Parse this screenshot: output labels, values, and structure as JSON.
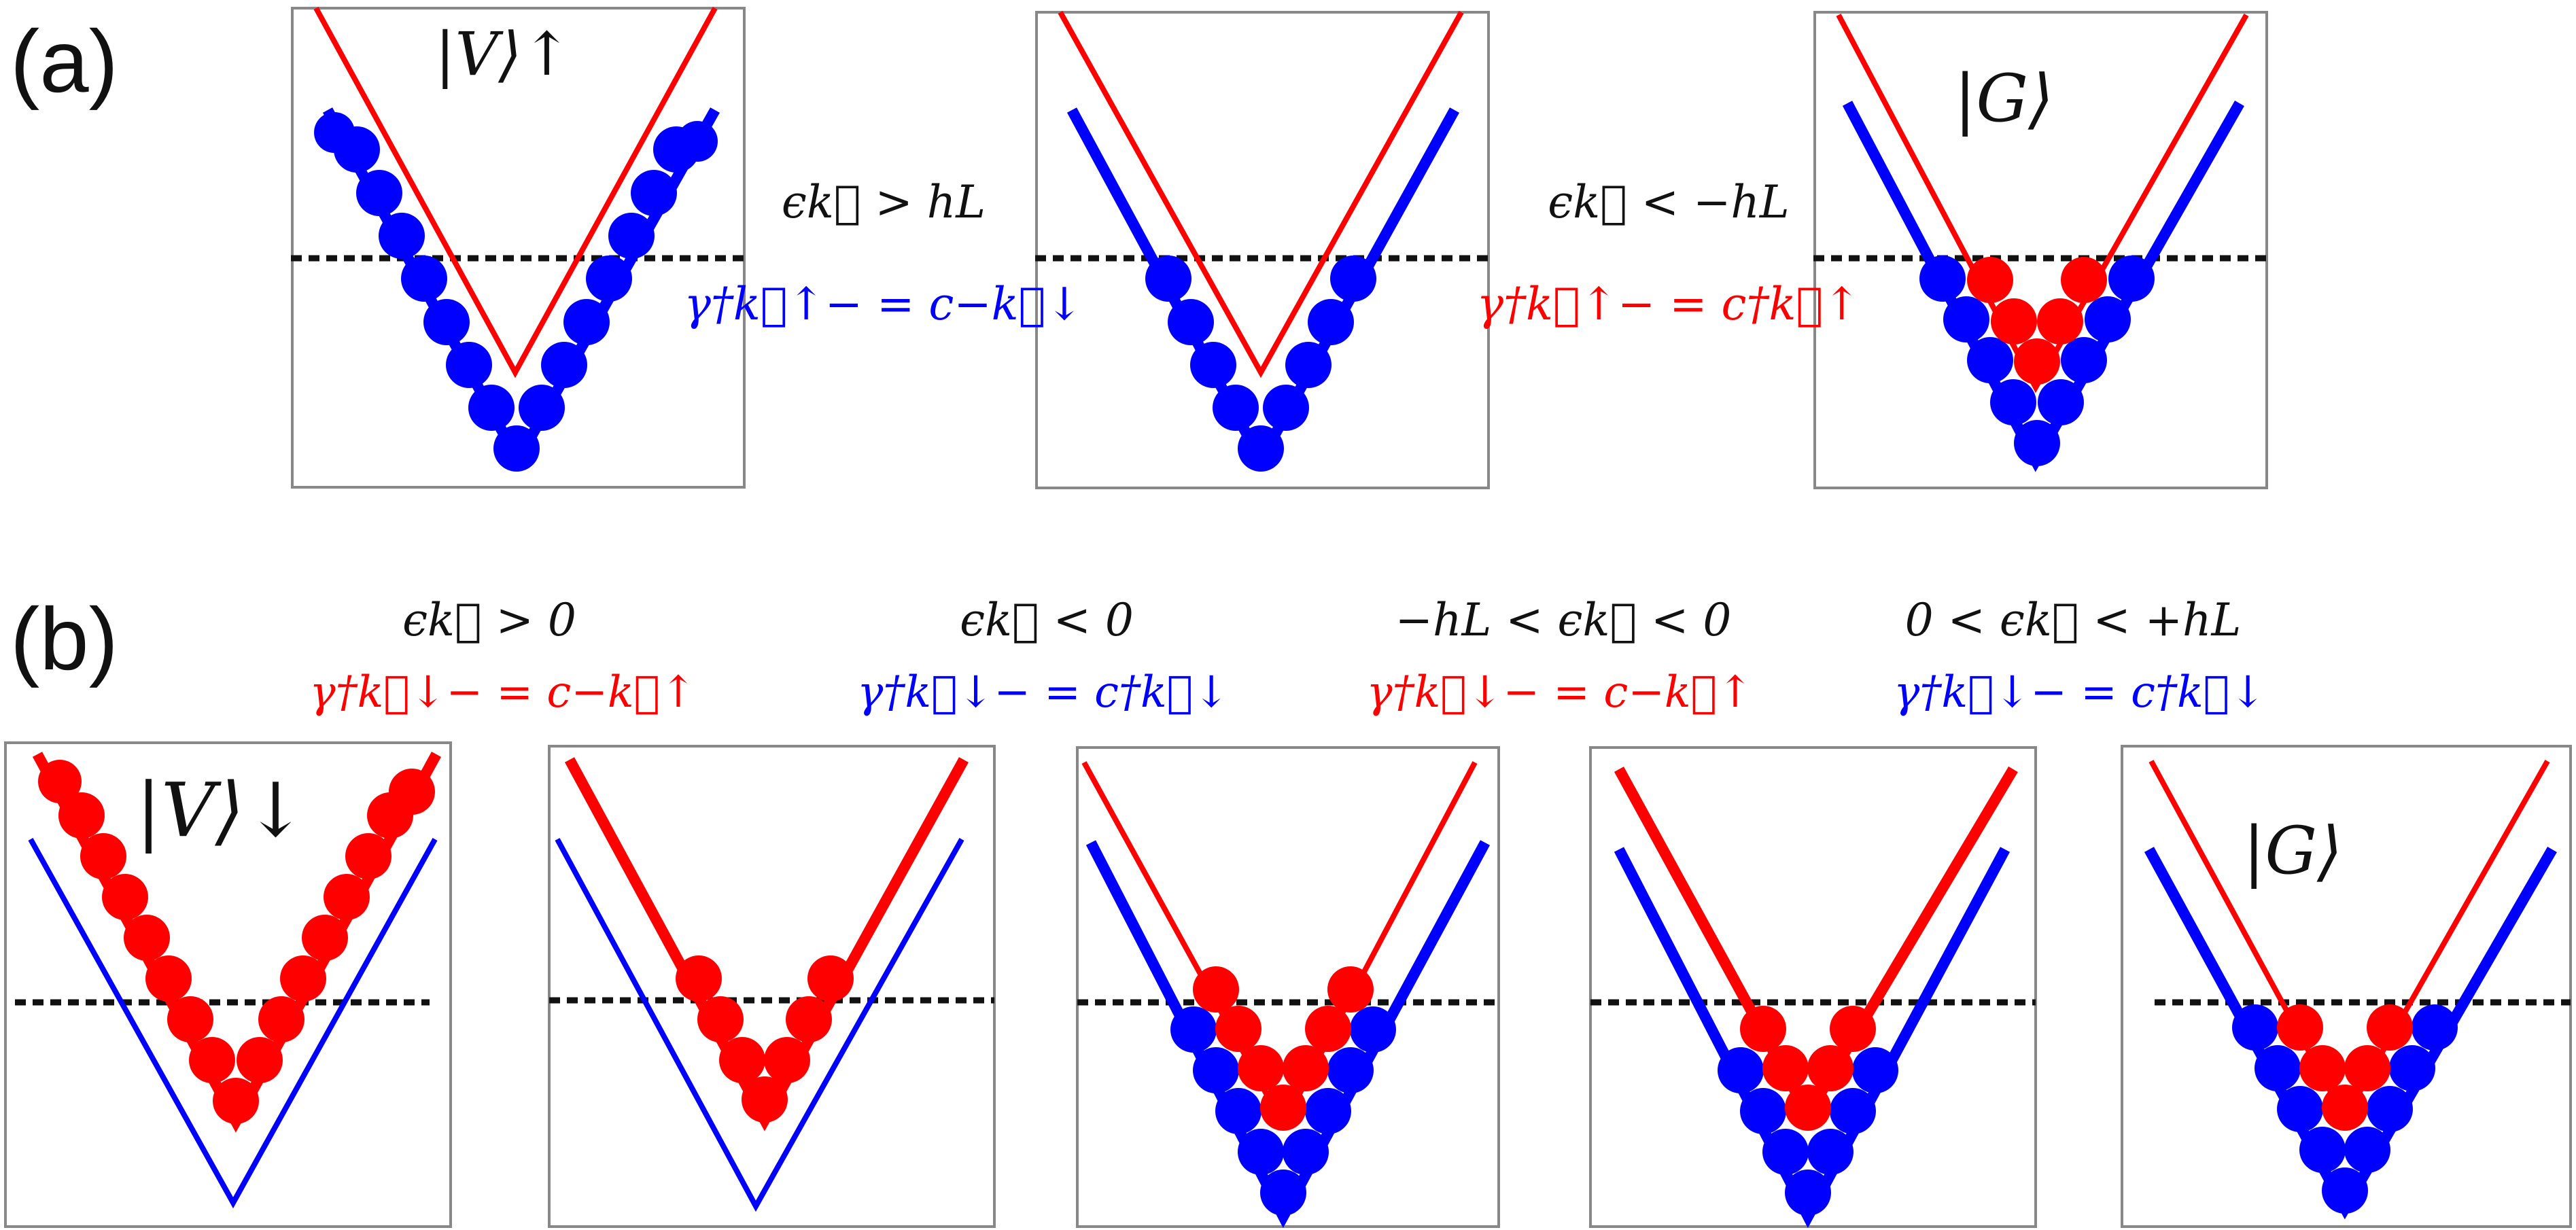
{
  "colors": {
    "spin_up": "#ff0000",
    "spin_down": "#0000ff",
    "fermi_level": "#111111",
    "frame": "#888888",
    "text": "#111111"
  },
  "panel_a": {
    "label": "(a)",
    "frames": [
      {
        "state_label": "|V⟩↑"
      },
      {
        "state_label": ""
      },
      {
        "state_label": "|G⟩"
      }
    ],
    "transitions": [
      {
        "condition": "ϵk⃗ > hL",
        "operator_lhs": "γ†k⃗↑−",
        "operator_rhs": "c−k⃗↓",
        "color": "spin_down"
      },
      {
        "condition": "ϵk⃗ < −hL",
        "operator_lhs": "γ†k⃗↑−",
        "operator_rhs": "c†k⃗↑",
        "color": "spin_up"
      }
    ]
  },
  "panel_b": {
    "label": "(b)",
    "frames": [
      {
        "state_label": "|V⟩↓"
      },
      {
        "state_label": ""
      },
      {
        "state_label": ""
      },
      {
        "state_label": ""
      },
      {
        "state_label": "|G⟩"
      }
    ],
    "transitions": [
      {
        "condition": "ϵk⃗ > 0",
        "operator_lhs": "γ†k⃗↓−",
        "operator_rhs": "c−k⃗↑",
        "color": "spin_up"
      },
      {
        "condition": "ϵk⃗ < 0",
        "operator_lhs": "γ†k⃗↓−",
        "operator_rhs": "c†k⃗↓",
        "color": "spin_down"
      },
      {
        "condition": "−hL < ϵk⃗ < 0",
        "operator_lhs": "γ†k⃗↓−",
        "operator_rhs": "c−k⃗↑",
        "color": "spin_up"
      },
      {
        "condition": "0 < ϵk⃗ < +hL",
        "operator_lhs": "γ†k⃗↓−",
        "operator_rhs": "c†k⃗↓",
        "color": "spin_down"
      }
    ]
  }
}
